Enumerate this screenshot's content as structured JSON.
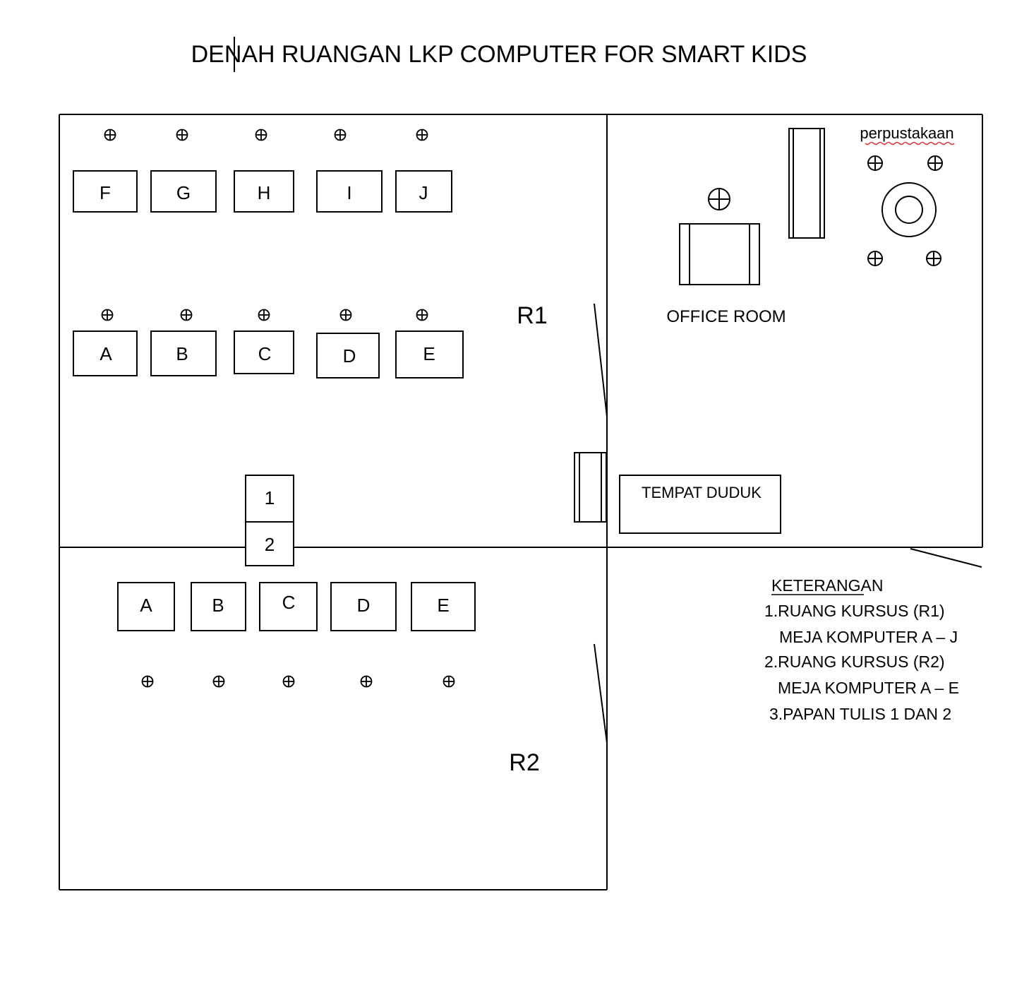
{
  "title": "DENAH RUANGAN LKP COMPUTER FOR SMART KIDS",
  "colors": {
    "line": "#000000",
    "spellcheck": "#d32f2f",
    "background": "#ffffff"
  },
  "icons": {
    "chair": "circle-plus-icon"
  },
  "rooms": {
    "r1": {
      "label": "R1"
    },
    "r2": {
      "label": "R2"
    },
    "office": {
      "label": "OFFICE ROOM"
    },
    "library": {
      "label": "perpustakaan"
    }
  },
  "r1_desks_back": [
    "F",
    "G",
    "H",
    "I",
    "J"
  ],
  "r1_desks_front": [
    "A",
    "B",
    "C",
    "D",
    "E"
  ],
  "r2_desks": [
    "A",
    "B",
    "C",
    "D",
    "E"
  ],
  "whiteboards": [
    "1",
    "2"
  ],
  "seating": {
    "label": "TEMPAT DUDUK"
  },
  "legend": {
    "heading": "KETERANGAN",
    "lines": [
      "1.RUANG KURSUS (R1)",
      "MEJA KOMPUTER A – J",
      "2.RUANG KURSUS (R2)",
      "MEJA KOMPUTER A – E",
      "3.PAPAN TULIS 1 DAN 2"
    ]
  }
}
